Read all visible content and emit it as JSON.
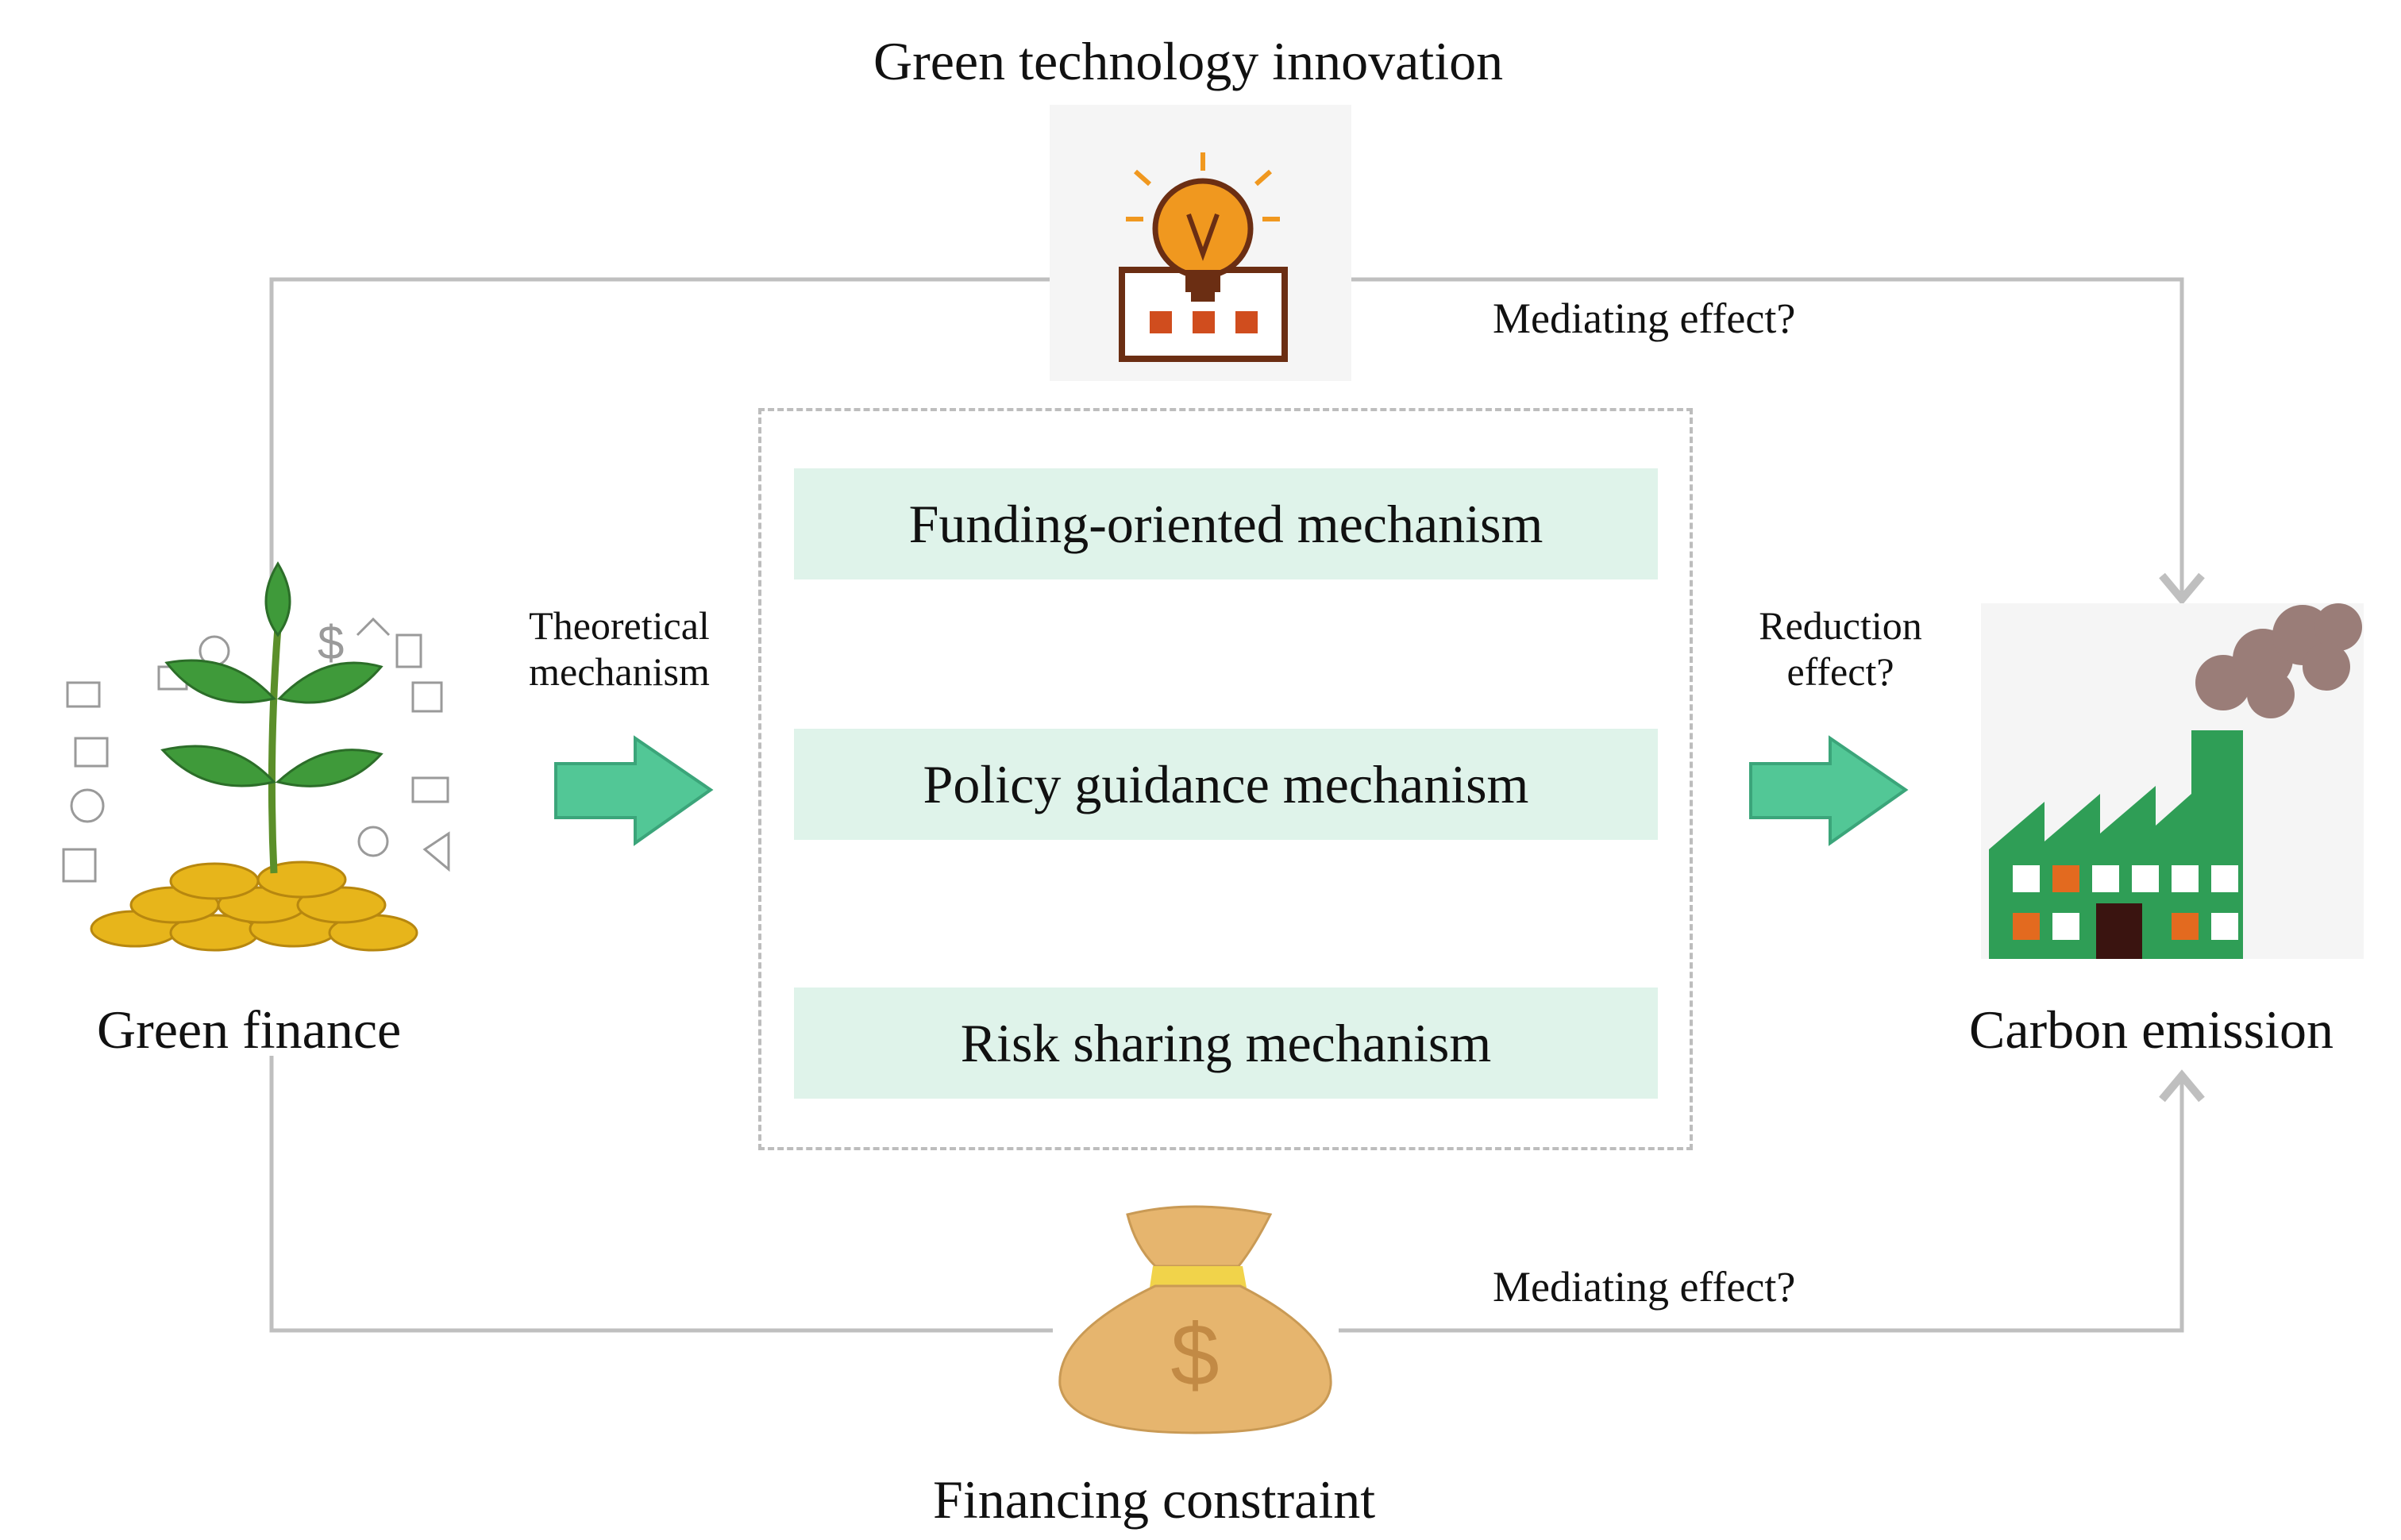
{
  "title_top": "Green technology innovation",
  "title_bottom": "Financing constraint",
  "left_node": "Green finance",
  "right_node": "Carbon emission",
  "theoretical": [
    "Theoretical",
    "mechanism"
  ],
  "reduction": [
    "Reduction",
    "effect?"
  ],
  "mediating_top": "Mediating effect?",
  "mediating_bottom": "Mediating effect?",
  "mechanisms": [
    "Funding-oriented mechanism",
    "Policy guidance mechanism",
    "Risk sharing mechanism"
  ],
  "icons": {
    "innovation": "lightbulb-circuit-icon",
    "constraint": "money-bag-icon",
    "green_finance": "plant-coins-icon",
    "carbon": "factory-smoke-icon",
    "arrow": "block-arrow-right-icon"
  },
  "colors": {
    "arrow_fill": "#52c796",
    "arrow_stroke": "#3ba57a",
    "box_fill": "#dff3ea",
    "connector": "#bfbfbf",
    "bulb": "#f0981f",
    "factory": "#2f9e56",
    "smoke": "#9a7d78",
    "bag": "#e6b56e",
    "coin": "#e7b51b"
  }
}
